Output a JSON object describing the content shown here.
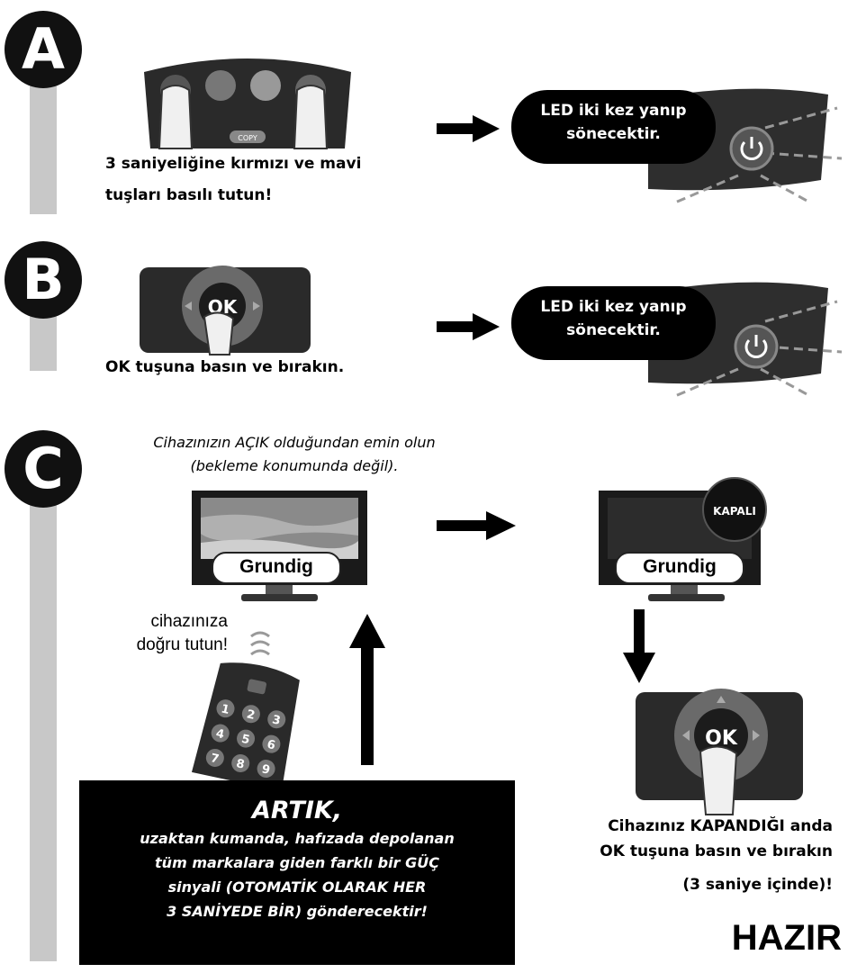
{
  "steps": {
    "a": {
      "letter": "A",
      "caption_line1": "3 saniyeliğine kırmızı ve mavi",
      "caption_line2": "tuşları basılı tutun!",
      "led_line1": "LED iki kez yanıp",
      "led_line2": "sönecektir.",
      "copy_label": "COPY"
    },
    "b": {
      "letter": "B",
      "caption": "OK tuşuna basın ve bırakın.",
      "led_line1": "LED iki kez yanıp",
      "led_line2": "sönecektir.",
      "ok_label": "OK"
    },
    "c": {
      "letter": "C",
      "note_line1": "Cihazınızın AÇIK olduğundan emin olun",
      "note_line2": "(bekleme konumunda değil).",
      "tv_brand_on": "Grundig",
      "tv_brand_off": "Grundig",
      "off_badge": "KAPALI",
      "point_line1": "cihazınıza",
      "point_line2": "doğru tutun!",
      "banner_title": "ARTIK,",
      "banner_line1": "uzaktan kumanda, hafızada depolanan",
      "banner_line2": "tüm markalara giden farklı bir GÜÇ",
      "banner_line3": "sinyali (OTOMATİK OLARAK HER",
      "banner_line4": "3 SANİYEDE BİR) gönderecektir!",
      "final_line1": "Cihazınız KAPANDIĞI anda",
      "final_line2": "OK tuşuna basın ve bırakın",
      "final_line3": "(3 saniye içinde)!",
      "ok_label": "OK",
      "ready": "HAZIR",
      "keypad": [
        "1",
        "2",
        "3",
        "4",
        "5",
        "6",
        "7",
        "8",
        "9"
      ]
    }
  },
  "colors": {
    "rail": "#c8c8c8",
    "circle": "#111111",
    "pill": "#000000"
  }
}
